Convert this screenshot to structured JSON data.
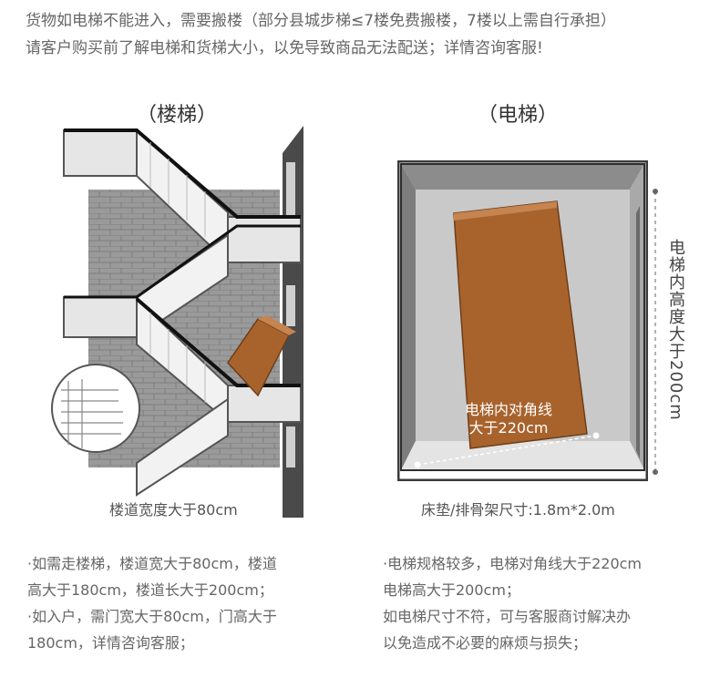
{
  "notice": {
    "line1": "货物如电梯不能进入，需要搬楼（部分县城步梯≤7楼免费搬楼，7楼以上需自行承担）",
    "line2": "请客户购买前了解电梯和货梯大小，以免导致商品无法配送；详情咨询客服!"
  },
  "stairs": {
    "heading": "（楼梯）",
    "caption": "楼道宽度大于80cm",
    "notes": [
      "·如需走楼梯，楼道宽大于80cm，楼道",
      "  高大于180cm，楼道长大于200cm；",
      "·如入户，需门宽大于80cm，门高大于",
      "  180cm，详情咨询客服；"
    ]
  },
  "elevator": {
    "heading": "（电梯）",
    "height_label": "电梯内高度大于200cm",
    "diagonal_line1": "电梯内对角线",
    "diagonal_line2": "大于220cm",
    "caption": "床垫/排骨架尺寸:1.8m*2.0m",
    "notes": [
      "·电梯规格较多，电梯对角线大于220cm",
      "  电梯高大于200cm；",
      "  如电梯尺寸不符，可与客服商讨解决办",
      "  以免造成不必要的麻烦与损失；"
    ]
  },
  "colors": {
    "text": "#666666",
    "box": "#a8632d",
    "wall": "#8c8c8c",
    "frame": "#3a3a3a"
  }
}
